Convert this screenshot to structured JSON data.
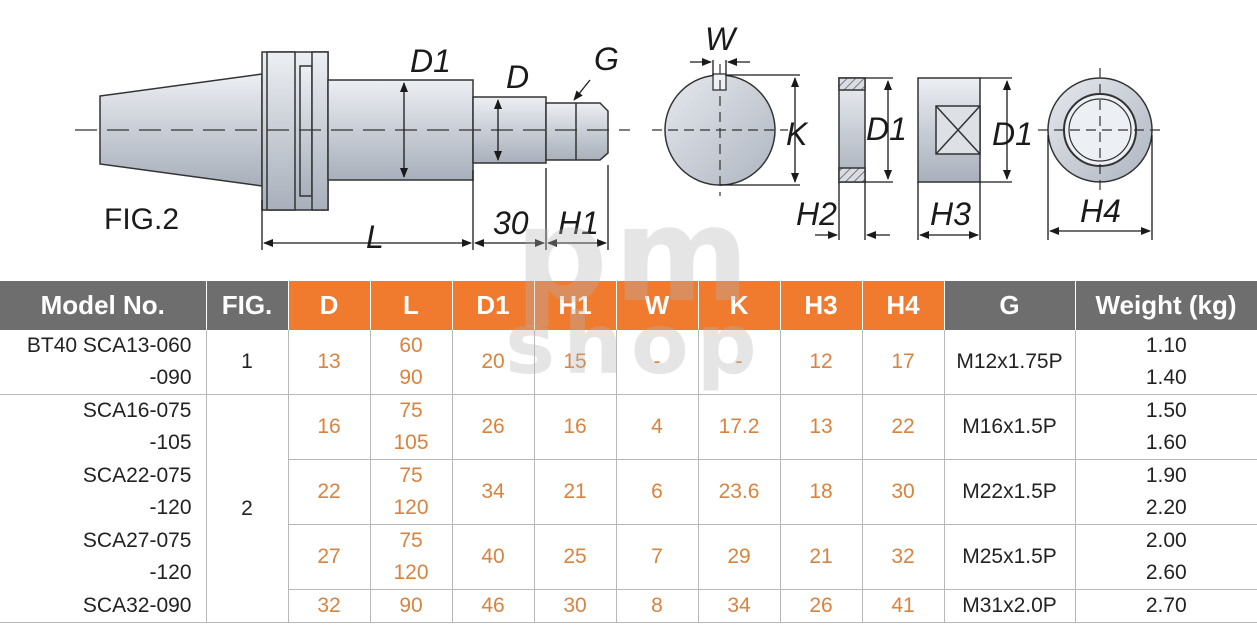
{
  "figure": {
    "label": "FIG.2",
    "dims": {
      "D1": "D1",
      "D": "D",
      "G": "G",
      "L": "L",
      "thirty": "30",
      "H1": "H1",
      "W": "W",
      "K": "K",
      "H2": "H2",
      "D1b": "D1",
      "H3": "H3",
      "D1c": "D1",
      "H4": "H4"
    }
  },
  "watermark": {
    "line1": "pm",
    "line2": "shop"
  },
  "table": {
    "headers": {
      "model": "Model No.",
      "fig": "FIG.",
      "D": "D",
      "L": "L",
      "D1": "D1",
      "H1": "H1",
      "W": "W",
      "K": "K",
      "H3": "H3",
      "H4": "H4",
      "G": "G",
      "weight": "Weight (kg)"
    },
    "groups": [
      {
        "fig": "1",
        "models": [
          {
            "rows": [
              "BT40 SCA13-060",
              "-090"
            ],
            "D": "13",
            "L": [
              "60",
              "90"
            ],
            "D1": "20",
            "H1": "15",
            "W": "-",
            "K": "-",
            "H3": "12",
            "H4": "17",
            "G": "M12x1.75P",
            "weight": [
              "1.10",
              "1.40"
            ]
          }
        ]
      },
      {
        "fig": "2",
        "models": [
          {
            "rows": [
              "SCA16-075",
              "-105"
            ],
            "D": "16",
            "L": [
              "75",
              "105"
            ],
            "D1": "26",
            "H1": "16",
            "W": "4",
            "K": "17.2",
            "H3": "13",
            "H4": "22",
            "G": "M16x1.5P",
            "weight": [
              "1.50",
              "1.60"
            ]
          },
          {
            "rows": [
              "SCA22-075",
              "-120"
            ],
            "D": "22",
            "L": [
              "75",
              "120"
            ],
            "D1": "34",
            "H1": "21",
            "W": "6",
            "K": "23.6",
            "H3": "18",
            "H4": "30",
            "G": "M22x1.5P",
            "weight": [
              "1.90",
              "2.20"
            ]
          },
          {
            "rows": [
              "SCA27-075",
              "-120"
            ],
            "D": "27",
            "L": [
              "75",
              "120"
            ],
            "D1": "40",
            "H1": "25",
            "W": "7",
            "K": "29",
            "H3": "21",
            "H4": "32",
            "G": "M25x1.5P",
            "weight": [
              "2.00",
              "2.60"
            ]
          },
          {
            "rows": [
              "SCA32-090"
            ],
            "D": "32",
            "L": [
              "90"
            ],
            "D1": "46",
            "H1": "30",
            "W": "8",
            "K": "34",
            "H3": "26",
            "H4": "41",
            "G": "M31x2.0P",
            "weight": [
              "2.70"
            ]
          }
        ]
      }
    ]
  }
}
